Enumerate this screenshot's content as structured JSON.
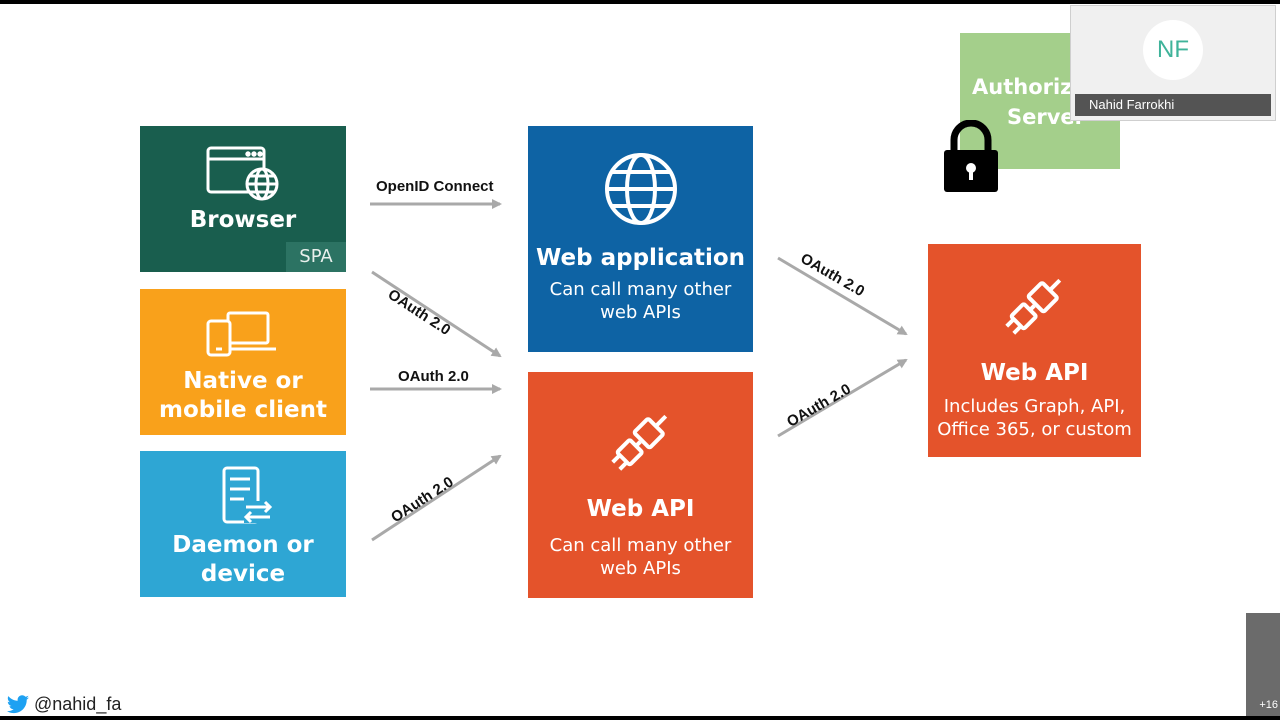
{
  "tiles": {
    "browser": {
      "title": "Browser",
      "tag": "SPA",
      "icon": "browser-globe-icon",
      "color": "#195e4e"
    },
    "native": {
      "title_line1": "Native or",
      "title_line2": "mobile client",
      "icon": "devices-icon",
      "color": "#f9a11b"
    },
    "daemon": {
      "title_line1": "Daemon or",
      "title_line2": "device",
      "icon": "server-sync-icon",
      "color": "#2ea6d4"
    },
    "web_app": {
      "title": "Web application",
      "sub_line1": "Can call many other",
      "sub_line2": "web APIs",
      "icon": "globe-icon",
      "color": "#0e63a4"
    },
    "web_api_mid": {
      "title": "Web API",
      "sub_line1": "Can call many other",
      "sub_line2": "web APIs",
      "icon": "plug-icon",
      "color": "#e4532b"
    },
    "web_api_right": {
      "title": "Web API",
      "sub_line1": "Includes Graph, API,",
      "sub_line2": "Office 365, or custom",
      "icon": "plug-icon",
      "color": "#e4532b"
    },
    "auth_server": {
      "title_line1": "Authorizat",
      "title_line2": "Server",
      "color": "#a4cf8b"
    }
  },
  "arrows": {
    "openid": "OpenID Connect",
    "oauth_browser": "OAuth 2.0",
    "oauth_native": "OAuth 2.0",
    "oauth_daemon": "OAuth 2.0",
    "oauth_webapp_api": "OAuth 2.0",
    "oauth_api_api": "OAuth 2.0"
  },
  "video": {
    "initials": "NF",
    "name": "Nahid Farrokhi"
  },
  "footer": {
    "twitter_handle": "@nahid_fa"
  },
  "participants": {
    "more_label": "+16"
  }
}
